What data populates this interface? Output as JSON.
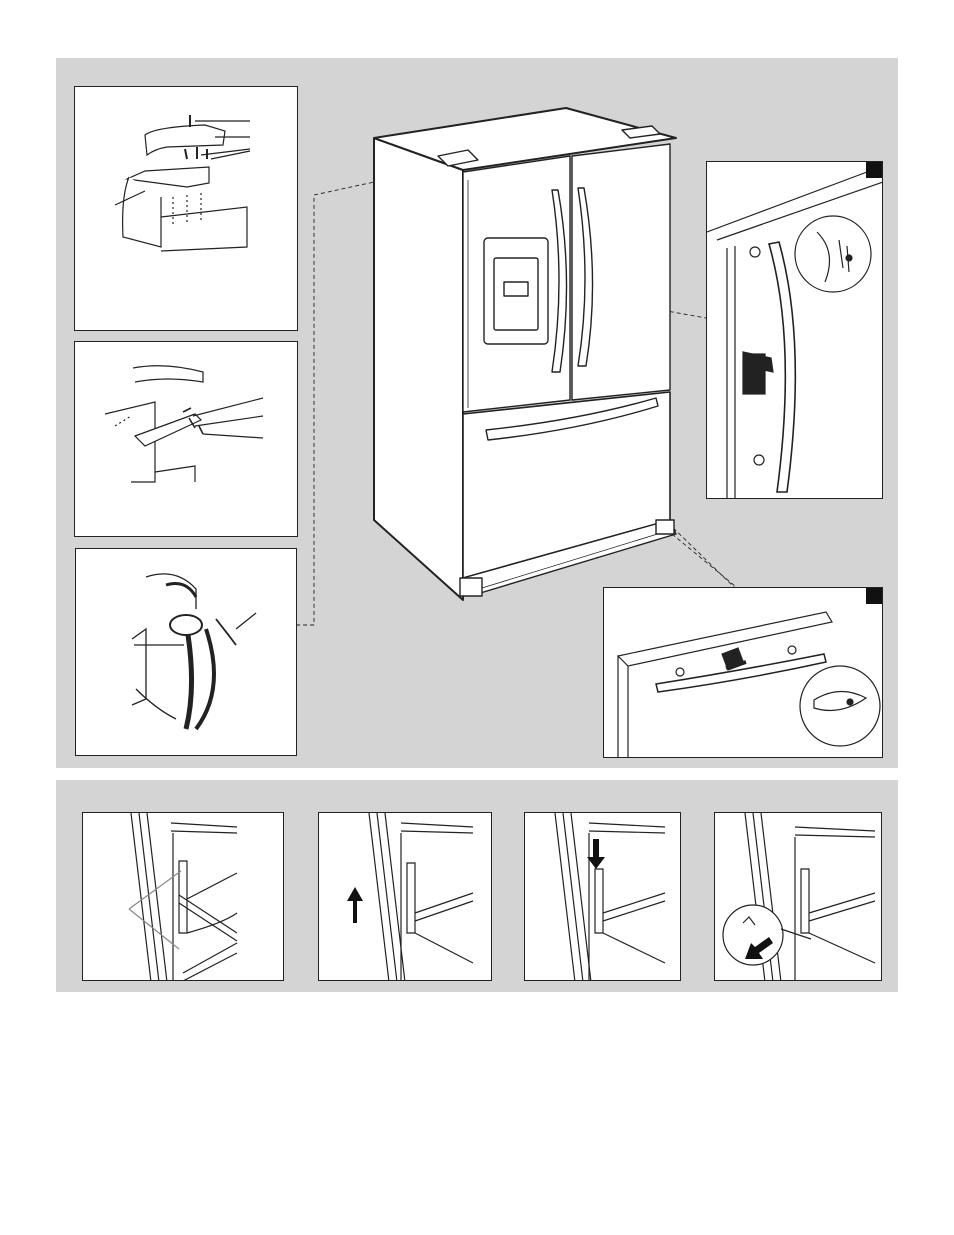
{
  "figure": {
    "top_panel": {
      "inset_left_1": {
        "callouts": 4,
        "depicts": "hinge-cover-and-screws"
      },
      "inset_left_2": {
        "callouts": 3,
        "depicts": "lower-hinge-bracket"
      },
      "inset_left_3": {
        "callouts": 2,
        "depicts": "water-line-coupling"
      },
      "inset_right_1": {
        "marker": "solid-square",
        "depicts": "door-handle-set-screws"
      },
      "inset_right_2": {
        "marker": "solid-square",
        "depicts": "drawer-handle-set-screws"
      }
    },
    "bottom_panel": {
      "steps": [
        {
          "depicts": "drawer-rail-hooks"
        },
        {
          "depicts": "lift-drawer-up",
          "arrow": "up"
        },
        {
          "depicts": "lower-onto-hook",
          "arrow": "down"
        },
        {
          "depicts": "pull-drawer-off",
          "arrow": "down-left"
        }
      ]
    },
    "colors": {
      "panel_background": "#d4d4d4",
      "line": "#222222",
      "fill": "#ffffff"
    }
  }
}
